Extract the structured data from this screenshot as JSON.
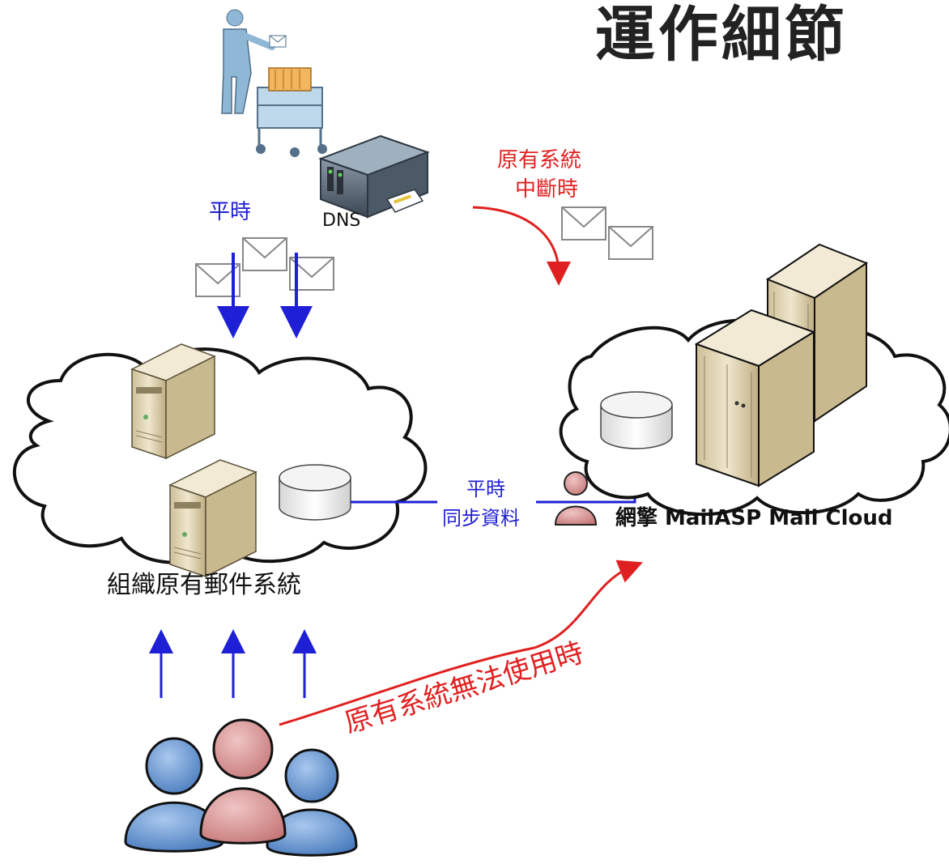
{
  "title": "運作細節",
  "dns_label": "DNS",
  "normal_label": "平時",
  "outage_label_line1": "原有系統",
  "outage_label_line2": "中斷時",
  "sync_label_line1": "平時",
  "sync_label_line2": "同步資料",
  "cloud_label": "網擎 MailASP Mail Cloud",
  "org_system_label": "組織原有郵件系統",
  "unavailable_label": "原有系統無法使用時",
  "colors": {
    "normal_flow": "#1f1fd6",
    "failover_flow": "#e02020",
    "server_tan": "#e7dcc0",
    "user_blue": "#5b8fd0",
    "user_pink": "#d99494"
  }
}
